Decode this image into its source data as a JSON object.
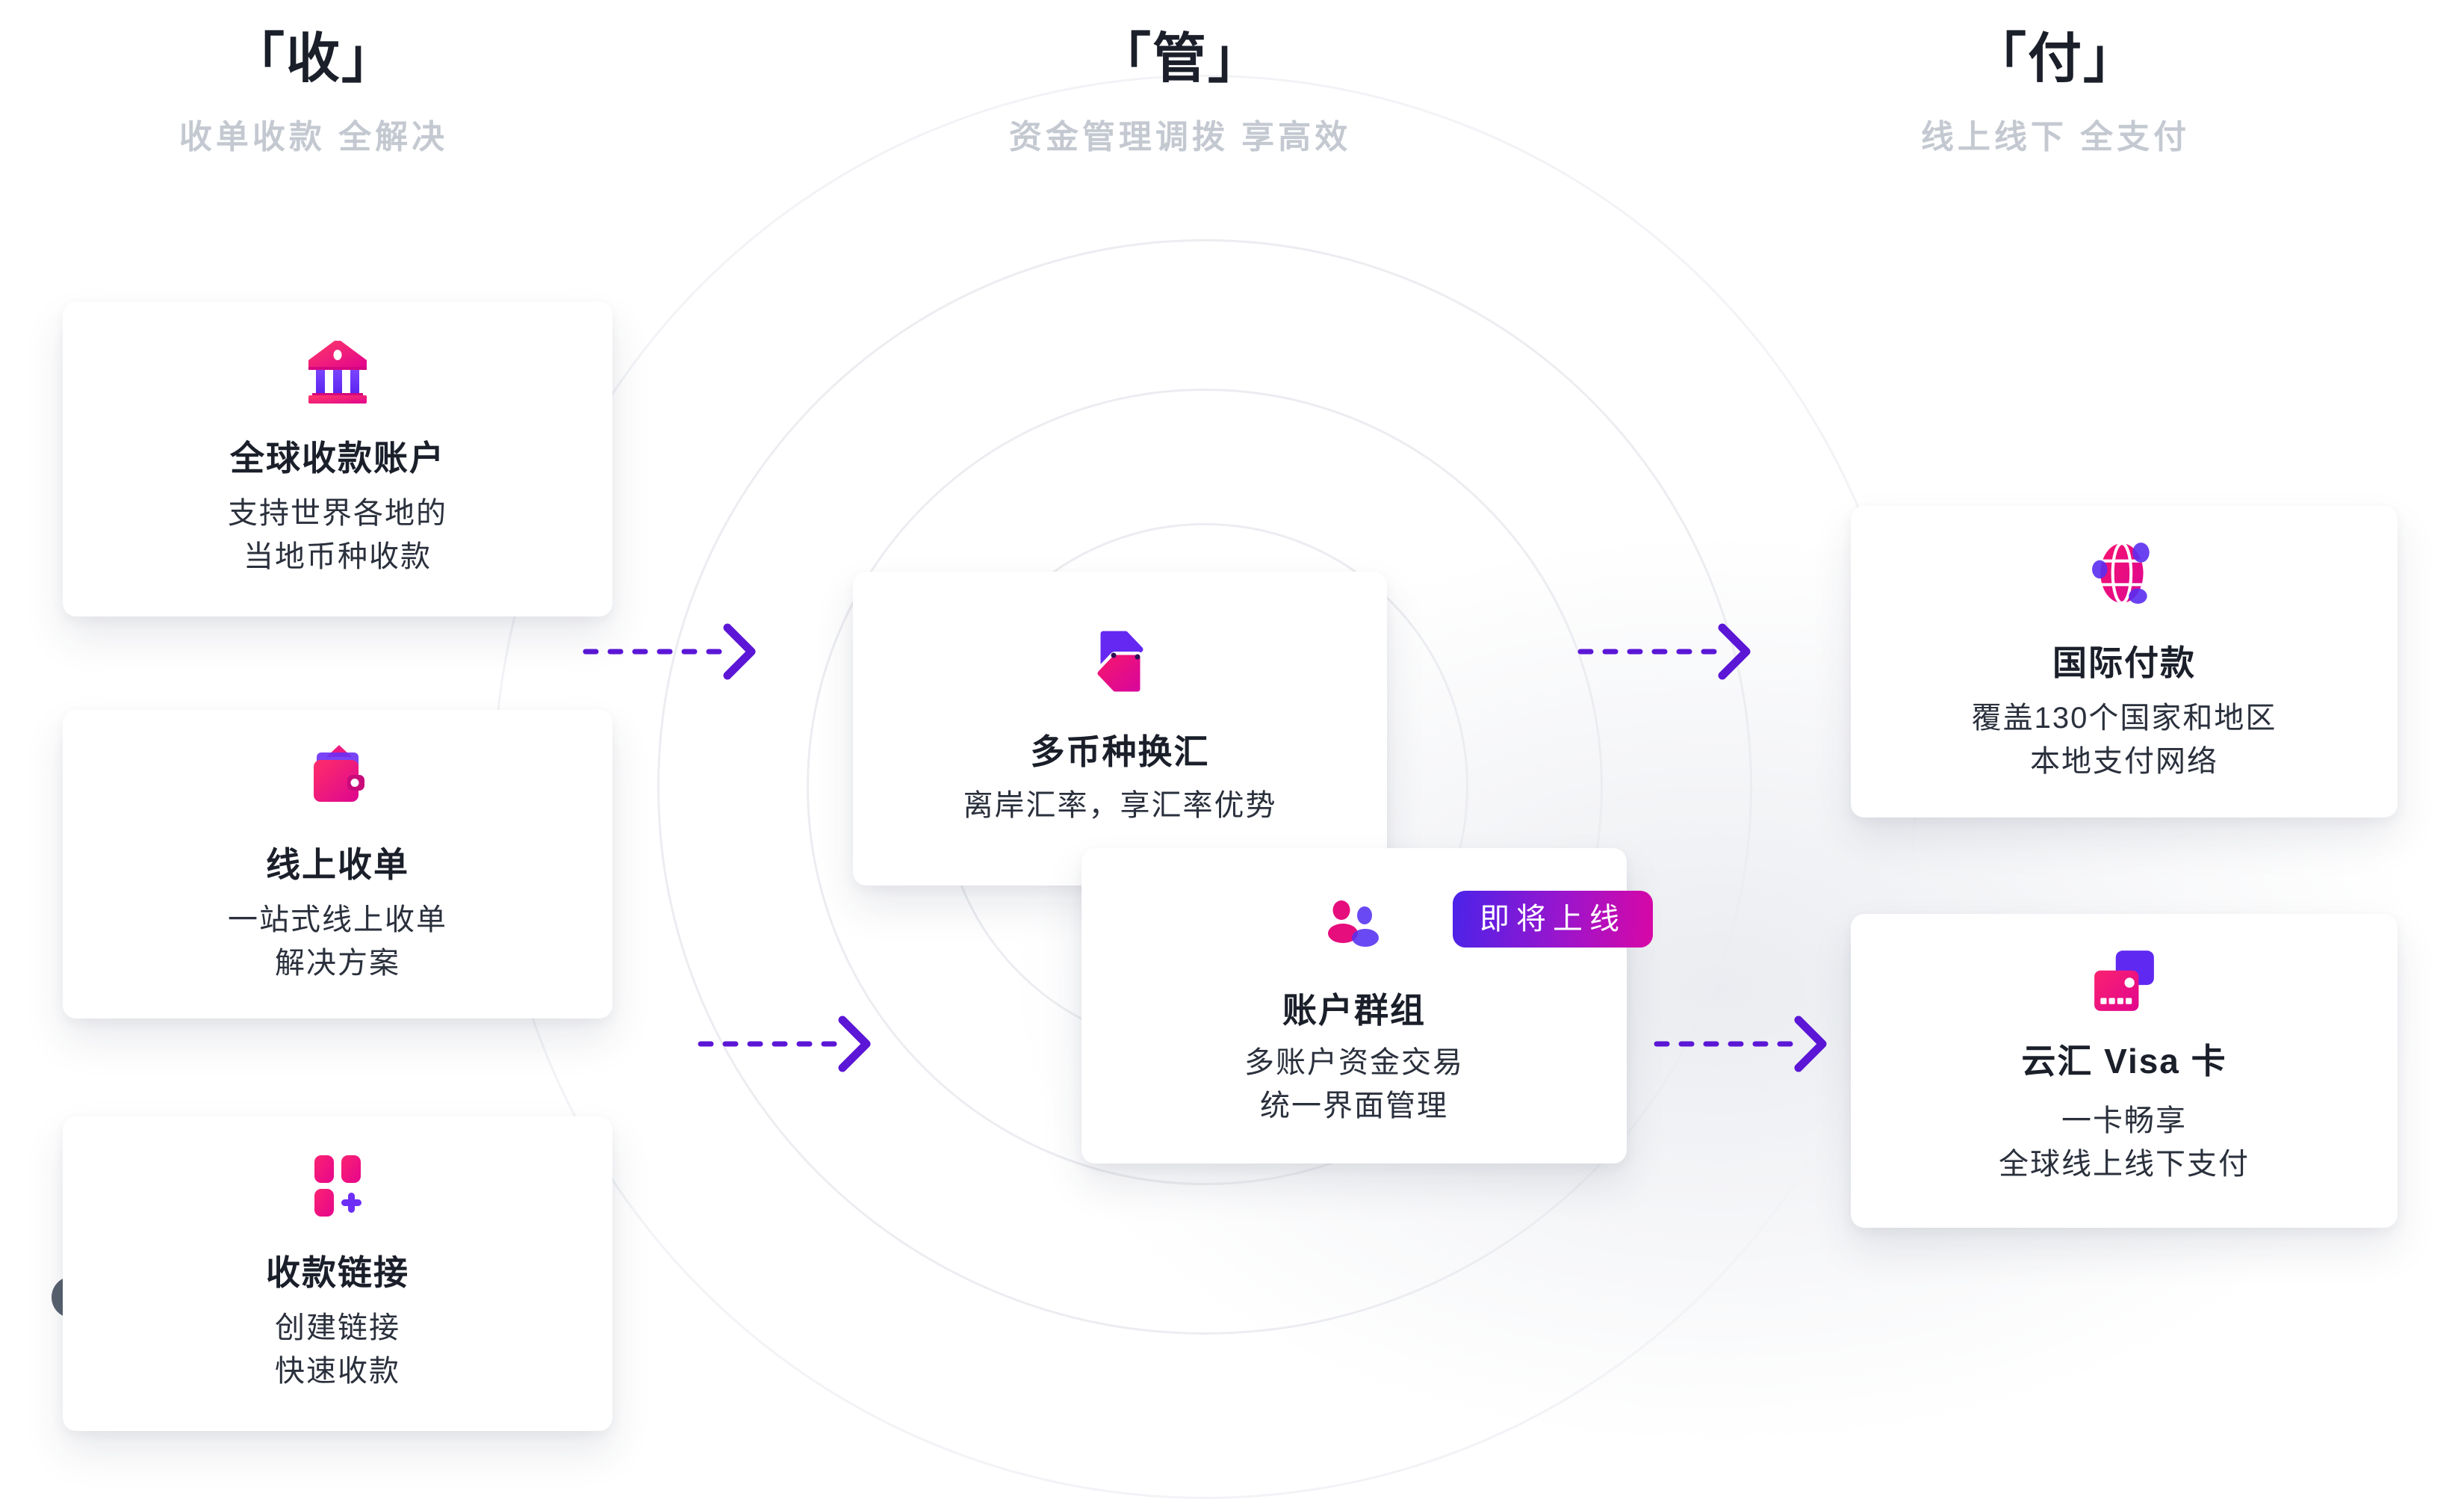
{
  "columns": [
    {
      "title": "「收」",
      "subtitle": "收单收款 全解决"
    },
    {
      "title": "「管」",
      "subtitle": "资金管理调拨 享高效"
    },
    {
      "title": "「付」",
      "subtitle": "线上线下 全支付"
    }
  ],
  "cards": [
    {
      "icon": "bank-icon",
      "title": "全球收款账户",
      "desc": [
        "支持世界各地的",
        "当地币种收款"
      ]
    },
    {
      "icon": "wallet-icon",
      "title": "线上收单",
      "desc": [
        "一站式线上收单",
        "解决方案"
      ]
    },
    {
      "icon": "payment-link-icon",
      "title": "收款链接",
      "desc": [
        "创建链接",
        "快速收款"
      ]
    },
    {
      "icon": "currency-exchange-icon",
      "title": "多币种换汇",
      "desc": [
        "离岸汇率，享汇率优势"
      ]
    },
    {
      "icon": "account-groups-icon",
      "title": "账户群组",
      "badge": "即将上线",
      "desc": [
        "多账户资金交易",
        "统一界面管理"
      ]
    },
    {
      "icon": "globe-icon",
      "title": "国际付款",
      "desc": [
        "覆盖130个国家和地区",
        "本地支付网络"
      ]
    },
    {
      "icon": "visa-card-icon",
      "title": "云汇 Visa 卡",
      "desc": [
        "一卡畅享",
        "全球线上线下支付"
      ]
    }
  ],
  "colors": {
    "arrow_purple": "#5b16d6",
    "brand_pink": "#e8078c",
    "brand_purple": "#6429f2",
    "badge_gradient_start": "#4b23e9",
    "badge_gradient_end": "#d807a6",
    "heading_text": "#1a1f2a",
    "subtitle_text": "#c4c9d1",
    "body_text": "#2a303c",
    "ring_gray": "#ecedf1"
  }
}
